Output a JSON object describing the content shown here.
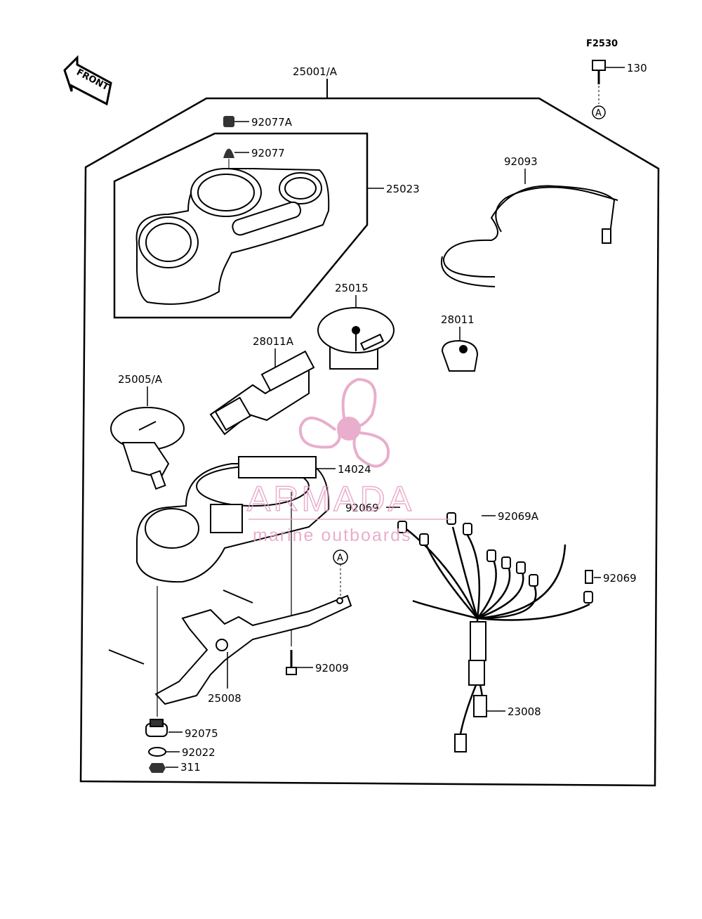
{
  "diagram": {
    "figure_code": "F2530",
    "front_label": "FRONT",
    "ref_marker": "A",
    "parts": {
      "assembly": "25001/A",
      "bolt_130": "130",
      "cap_a": "92077A",
      "cap": "92077",
      "case_cover": "25023",
      "band": "92093",
      "tacho_meter": "25015",
      "bulb_socket": "28011",
      "indicator_assy": "28011A",
      "speedometer": "25005/A",
      "inner_case": "14024",
      "socket_92069": "92069",
      "socket_92069a": "92069A",
      "socket_92069_right": "92069",
      "screw": "92009",
      "bracket": "25008",
      "harness": "23008",
      "damper": "92075",
      "washer": "92022",
      "nut": "311"
    }
  },
  "watermark": {
    "brand": "ARMADA",
    "tagline": "marine outboards",
    "color": "#e6a0c4"
  }
}
